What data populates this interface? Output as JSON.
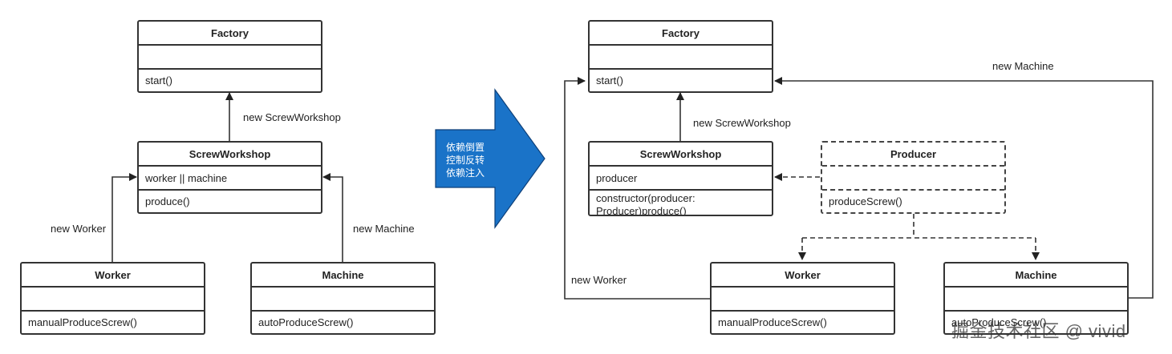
{
  "left": {
    "factory": {
      "title": "Factory",
      "attrs": "",
      "method": "start()"
    },
    "workshop": {
      "title": "ScrewWorkshop",
      "attrs": "worker || machine",
      "method": "produce()"
    },
    "worker": {
      "title": "Worker",
      "attrs": "",
      "method": "manualProduceScrew()"
    },
    "machine": {
      "title": "Machine",
      "attrs": "",
      "method": "autoProduceScrew()"
    },
    "labels": {
      "new_workshop": "new ScrewWorkshop",
      "new_worker": "new Worker",
      "new_machine": "new Machine"
    }
  },
  "middle_arrow": {
    "lines": [
      "依赖倒置",
      "控制反转",
      "依赖注入"
    ],
    "color": "#1a73c8"
  },
  "right": {
    "factory": {
      "title": "Factory",
      "attrs": "",
      "method": "start()"
    },
    "workshop": {
      "title": "ScrewWorkshop",
      "attrs": "producer",
      "method": "constructor(producer: Producer)produce()"
    },
    "producer": {
      "title": "Producer",
      "attrs": "",
      "method": "produceScrew()"
    },
    "worker": {
      "title": "Worker",
      "attrs": "",
      "method": "manualProduceScrew()"
    },
    "machine": {
      "title": "Machine",
      "attrs": "",
      "method": "autoProduceScrew()"
    },
    "labels": {
      "new_workshop": "new ScrewWorkshop",
      "new_worker": "new Worker",
      "new_machine": "new Machine"
    }
  },
  "watermark": "掘金技术社区 @ vivid"
}
